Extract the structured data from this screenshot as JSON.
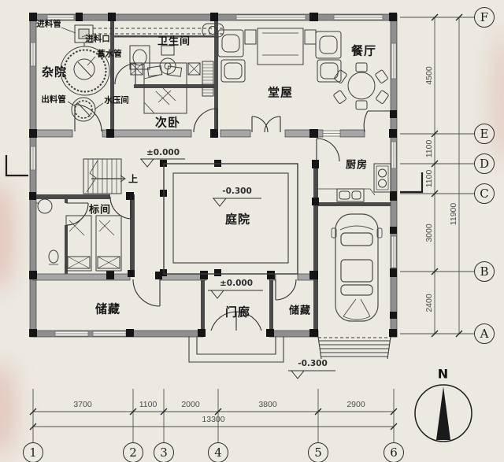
{
  "meta": {
    "type": "residential floor plan"
  },
  "rooms": {
    "zayuan": "杂院",
    "weishengjian": "卫生间",
    "ciwo": "次卧",
    "tangwu": "堂屋",
    "canting": "餐厅",
    "chufang": "厨房",
    "biaojian": "标间",
    "tingyuan": "庭院",
    "chucang_left": "储藏",
    "menlang": "门廊",
    "chucang_right": "储藏"
  },
  "annotations": {
    "jinliaoguan": "进料管",
    "jinliaokou": "进料口",
    "xushuiguan": "蓄水管",
    "chuliaoguan": "出料管",
    "shuiyajian": "水压间",
    "up_arrow": "上"
  },
  "levels": {
    "entry_top": "±0.000",
    "courtyard": "-0.300",
    "porch": "±0.000",
    "site": "-0.300"
  },
  "grid": {
    "rows": [
      {
        "label": "F"
      },
      {
        "label": "E"
      },
      {
        "label": "D"
      },
      {
        "label": "C"
      },
      {
        "label": "B"
      },
      {
        "label": "A"
      }
    ],
    "cols": [
      {
        "label": "1"
      },
      {
        "label": "2"
      },
      {
        "label": "3"
      },
      {
        "label": "4"
      },
      {
        "label": "5"
      },
      {
        "label": "6"
      }
    ]
  },
  "dimensions": {
    "right": [
      {
        "value": "4500"
      },
      {
        "value": "1100"
      },
      {
        "value": "1100"
      },
      {
        "value": "3000"
      },
      {
        "value": "2400"
      }
    ],
    "right_total": "11900",
    "bottom": [
      {
        "value": "3700"
      },
      {
        "value": "1100"
      },
      {
        "value": "2000"
      },
      {
        "value": "3800"
      },
      {
        "value": "2900"
      }
    ],
    "bottom_total": "13300"
  },
  "compass": {
    "label": "N"
  },
  "colors": {
    "paper": "#ece9e0",
    "ink": "#2d2d2d",
    "wall_gray": "#a6a6a6",
    "dim_text": "#4c4c4c"
  }
}
